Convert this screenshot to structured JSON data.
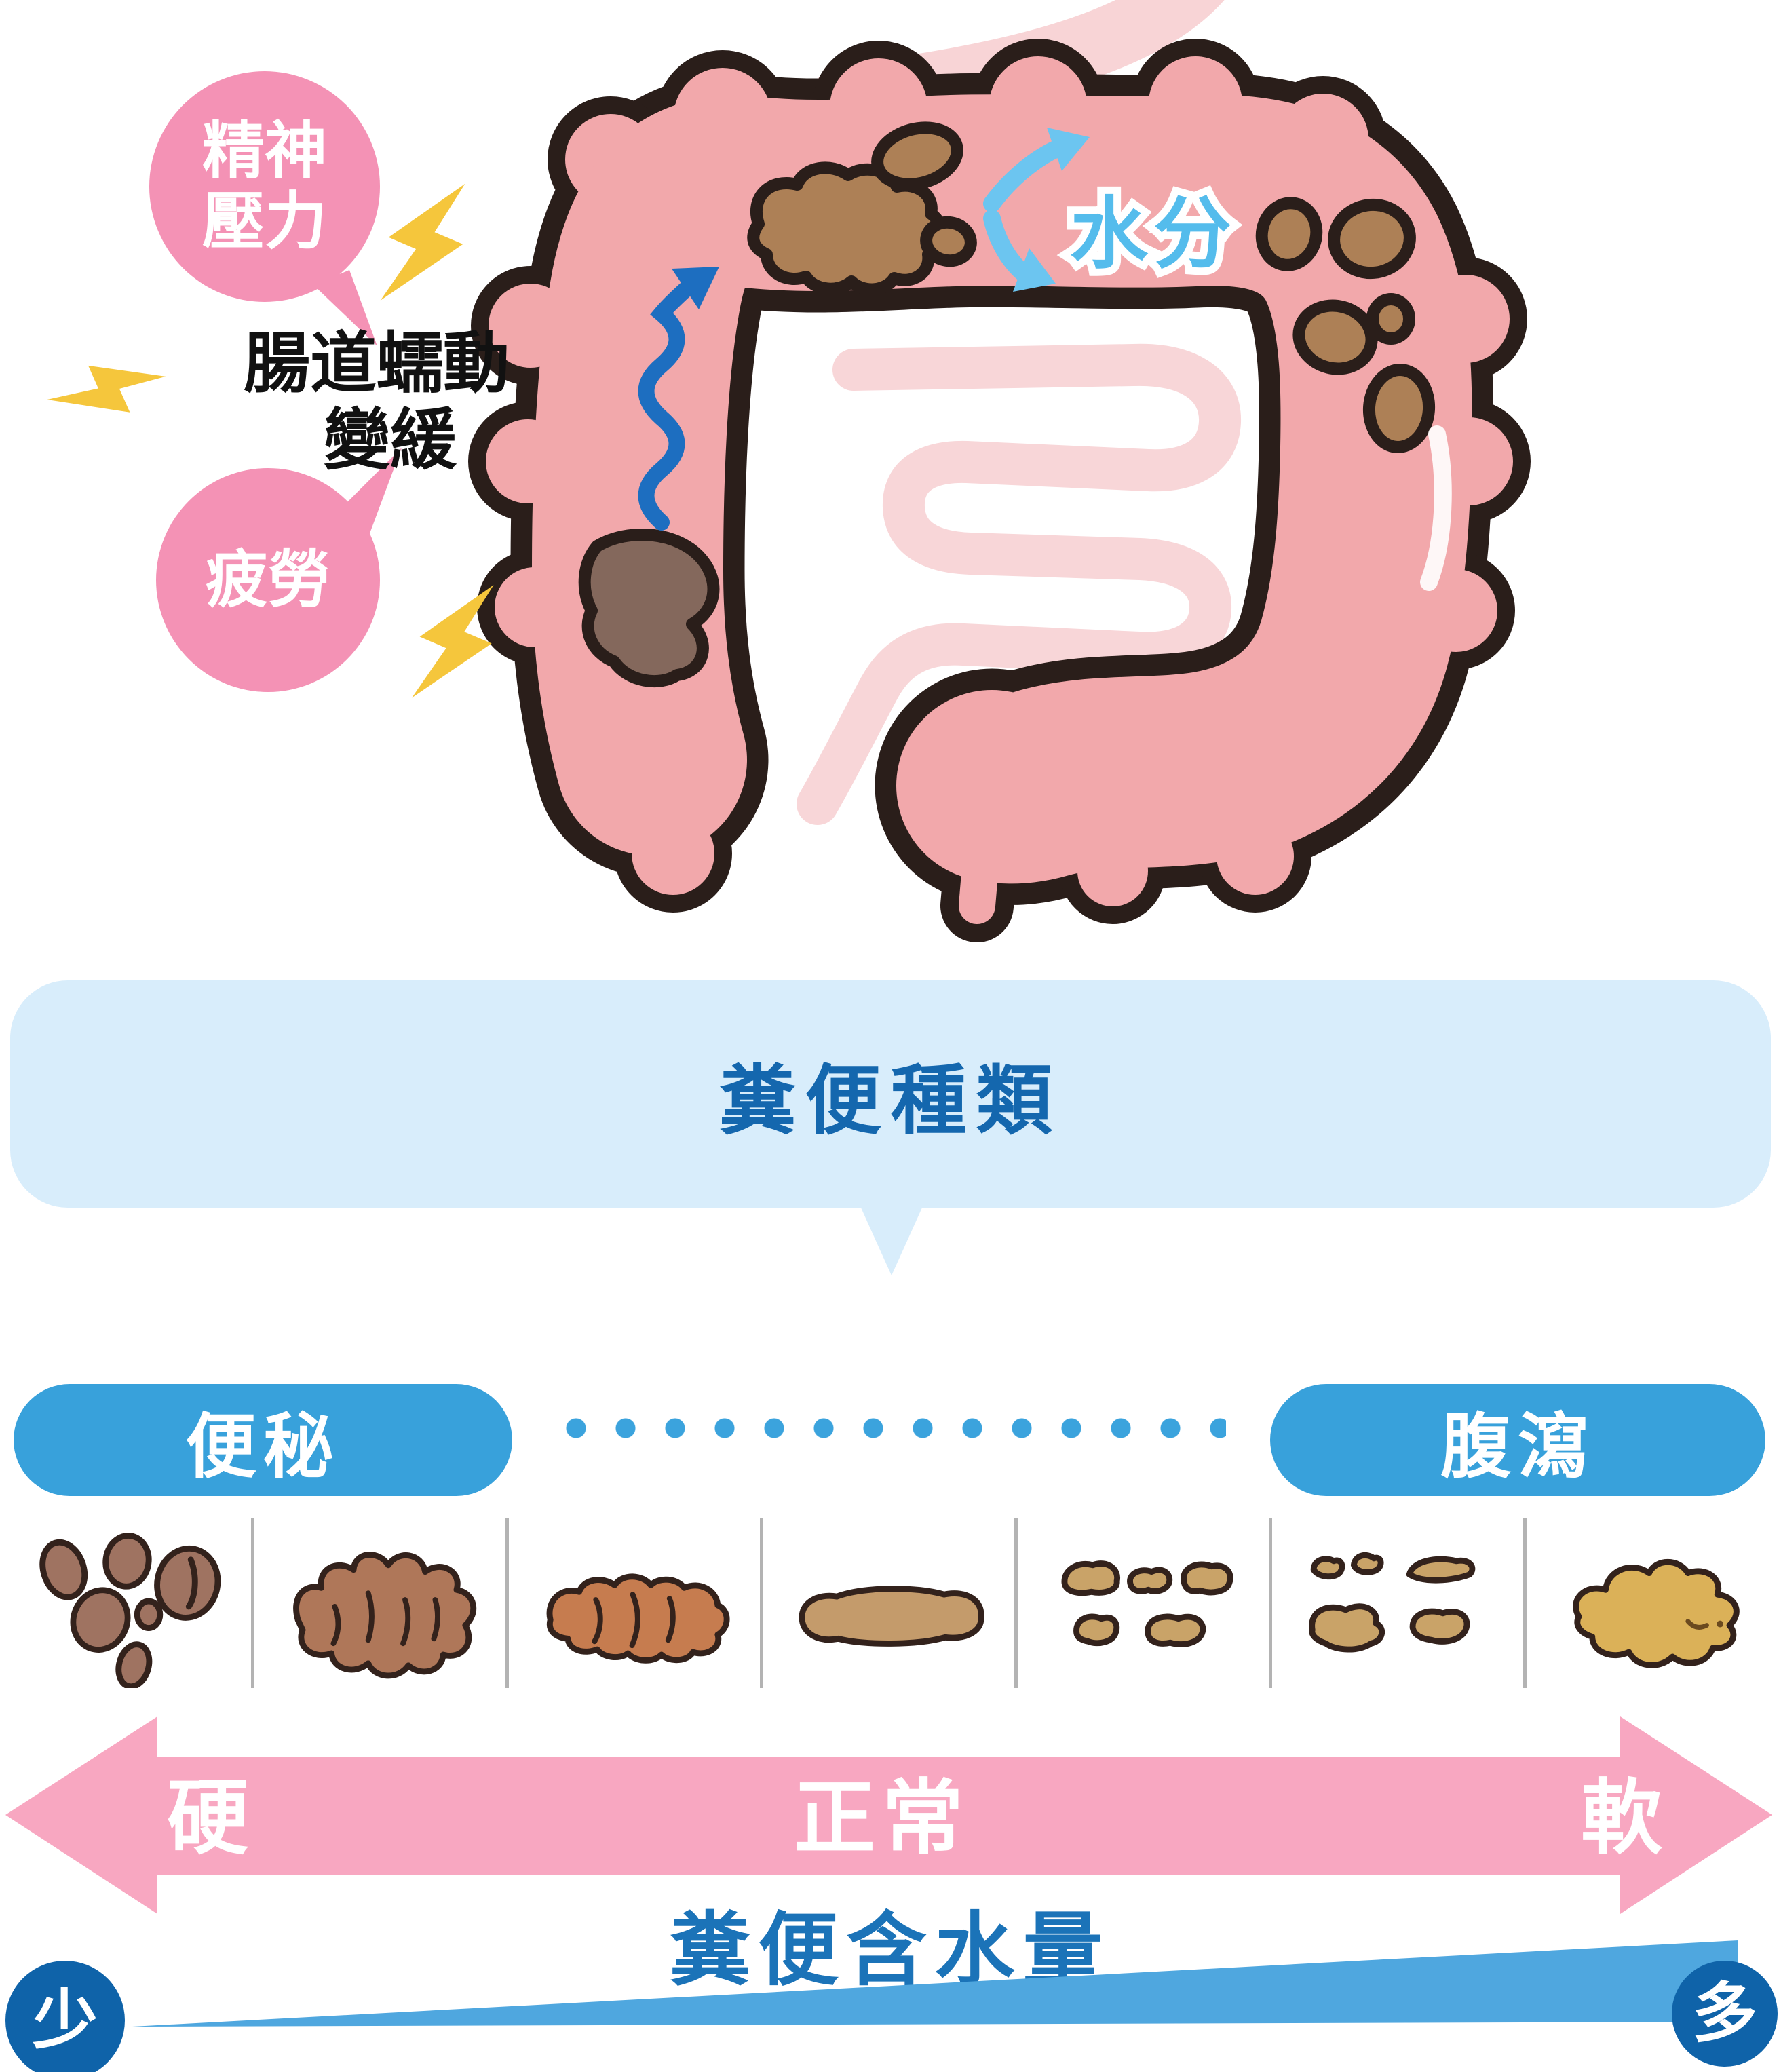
{
  "illustration": {
    "stress_bubble": {
      "line1": "精神",
      "line2": "壓力"
    },
    "peristalsis_note": {
      "line1": "腸道蠕動",
      "line2": "變緩"
    },
    "fatigue_bubble": {
      "label": "疲勞"
    },
    "water_absorption_label": "水分"
  },
  "banner": {
    "title": "糞便種類"
  },
  "stool_scale": {
    "left_label": "便秘",
    "right_label": "腹瀉",
    "stool_types": [
      "hard-lumps",
      "lumpy-sausage",
      "cracked-sausage",
      "smooth-sausage",
      "soft-blobs",
      "mushy-pieces",
      "watery-liquid"
    ],
    "hardness_axis": {
      "left": "硬",
      "center": "正常",
      "right": "軟"
    },
    "water_axis": {
      "title": "糞便含水量",
      "min": "少",
      "max": "多"
    }
  },
  "colors": {
    "bubble_pink": "#F492B5",
    "lightning_yellow": "#F5C63C",
    "colon_pink": "#F2A8AB",
    "colon_outline": "#2A1E1A",
    "small_intestine_pink": "#F8D6D8",
    "stool_brown": "#AD8056",
    "old_stool_brown": "#84685C",
    "peristalsis_arrow_blue": "#1D6EC0",
    "water_arrow_blue": "#6CC5F0",
    "water_label_blue": "#54BCEC",
    "banner_bg": "#D8EDFB",
    "banner_text": "#1467AE",
    "pill_blue": "#38A1DB",
    "divider_gray": "#B3B3B3",
    "hardness_arrow_pink": "#F8A7C1",
    "title_blue": "#1B73B8",
    "wedge_blue": "#4FA7DF",
    "scale_circle_blue": "#0F63A9"
  }
}
